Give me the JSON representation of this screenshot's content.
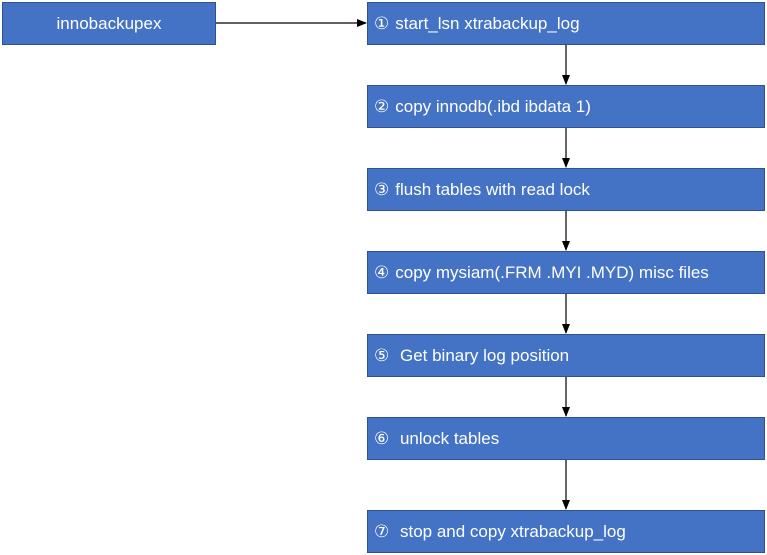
{
  "start_box": {
    "label": "innobackupex"
  },
  "steps": [
    {
      "number": "①",
      "label": "start_lsn xtrabackup_log"
    },
    {
      "number": "②",
      "label": "copy innodb(.ibd ibdata 1)"
    },
    {
      "number": "③",
      "label": "flush tables with read lock"
    },
    {
      "number": "④",
      "label": "copy mysiam(.FRM .MYI .MYD) misc files"
    },
    {
      "number": "⑤",
      "label": " Get binary log position"
    },
    {
      "number": "⑥",
      "label": " unlock tables"
    },
    {
      "number": "⑦",
      "label": " stop and copy xtrabackup_log"
    }
  ],
  "colors": {
    "box_fill": "#4472c4",
    "box_border": "#2f528f",
    "text": "#ffffff",
    "arrow": "#000000"
  }
}
